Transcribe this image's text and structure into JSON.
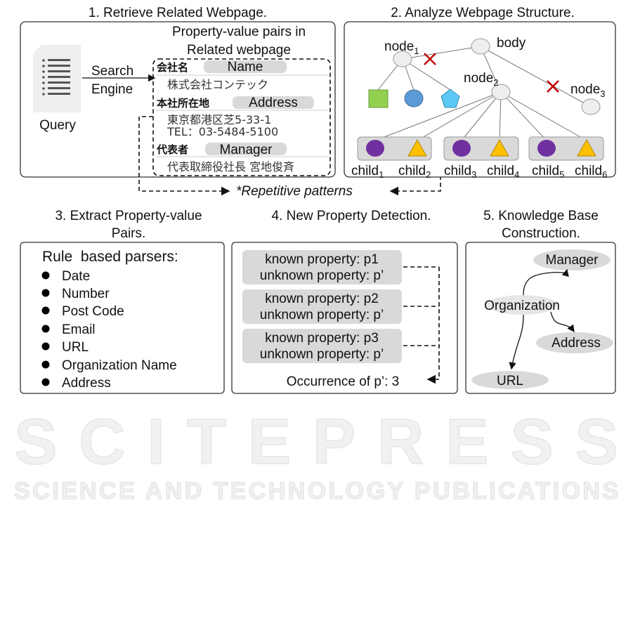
{
  "panel1": {
    "title": "1. Retrieve Related Webpage.",
    "query_label": "Query",
    "search_label_1": "Search",
    "search_label_2": "Engine",
    "pairs_title_1": "Property-value pairs in",
    "pairs_title_2": "Related webpage",
    "rows": [
      {
        "jp_key": "会社名",
        "property": "Name",
        "values": [
          "株式会社コンテック"
        ]
      },
      {
        "jp_key": "本社所在地",
        "property": "Address",
        "values": [
          "東京都港区芝5-33-1",
          "TEL：03-5484-5100"
        ]
      },
      {
        "jp_key": "代表者",
        "property": "Manager",
        "values": [
          "代表取締役社長 宮地俊斉"
        ]
      }
    ]
  },
  "panel2": {
    "title": "2. Analyze Webpage Structure.",
    "body": "body",
    "node1": "node",
    "node2": "node",
    "node3": "node",
    "sub1": "1",
    "sub2": "2",
    "sub3": "3",
    "children": [
      {
        "name": "child",
        "sub": "1"
      },
      {
        "name": "child",
        "sub": "2"
      },
      {
        "name": "child",
        "sub": "3"
      },
      {
        "name": "child",
        "sub": "4"
      },
      {
        "name": "child",
        "sub": "5"
      },
      {
        "name": "child",
        "sub": "6"
      }
    ],
    "colors": {
      "square": "#92d050",
      "circle_blue": "#5b9bd5",
      "pentagon": "#5bc8f5",
      "purple": "#7030a0",
      "yellow": "#ffc000",
      "cross": "#c00000"
    }
  },
  "repetitive_label": "*Repetitive patterns",
  "panel3": {
    "title_1": "3. Extract Property-value",
    "title_2": "Pairs.",
    "heading": "Rule  based parsers:",
    "items": [
      "Date",
      "Number",
      "Post Code",
      "Email",
      "URL",
      "Organization Name",
      "Address"
    ]
  },
  "panel4": {
    "title": "4. New Property Detection.",
    "groups": [
      {
        "known": "known property: p1",
        "unknown": "unknown property: p’"
      },
      {
        "known": "known property: p2",
        "unknown": "unknown property: p’"
      },
      {
        "known": "known property: p3",
        "unknown": "unknown property: p’"
      }
    ],
    "occurrence": "Occurrence of p’: 3"
  },
  "panel5": {
    "title_1": "5. Knowledge Base",
    "title_2": "Construction.",
    "nodes": {
      "manager": "Manager",
      "organization": "Organization",
      "address": "Address",
      "url": "URL"
    }
  },
  "watermark": {
    "line1": "SCITEPRESS",
    "line2": "SCIENCE AND TECHNOLOGY PUBLICATIONS"
  }
}
